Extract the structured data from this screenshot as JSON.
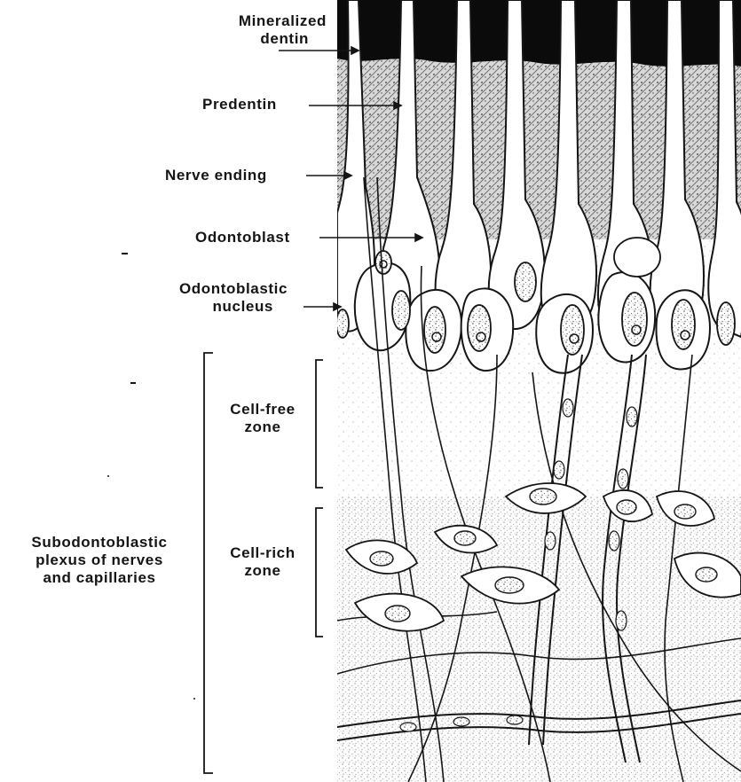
{
  "labels": {
    "mineralized_dentin": [
      "Mineralized",
      "dentin"
    ],
    "predentin": "Predentin",
    "nerve_ending": "Nerve ending",
    "odontoblast": "Odontoblast",
    "odontoblastic_nucleus": [
      "Odontoblastic",
      "nucleus"
    ],
    "cell_free_zone": [
      "Cell-free",
      "zone"
    ],
    "cell_rich_zone": [
      "Cell-rich",
      "zone"
    ],
    "subodontoblastic_plexus": [
      "Subodontoblastic",
      "plexus of nerves",
      "and capillaries"
    ]
  },
  "colors": {
    "ink": "#151515",
    "dentin": "#0b0b0b",
    "stipple": "#9a9a9a",
    "paper": "#ffffff"
  }
}
